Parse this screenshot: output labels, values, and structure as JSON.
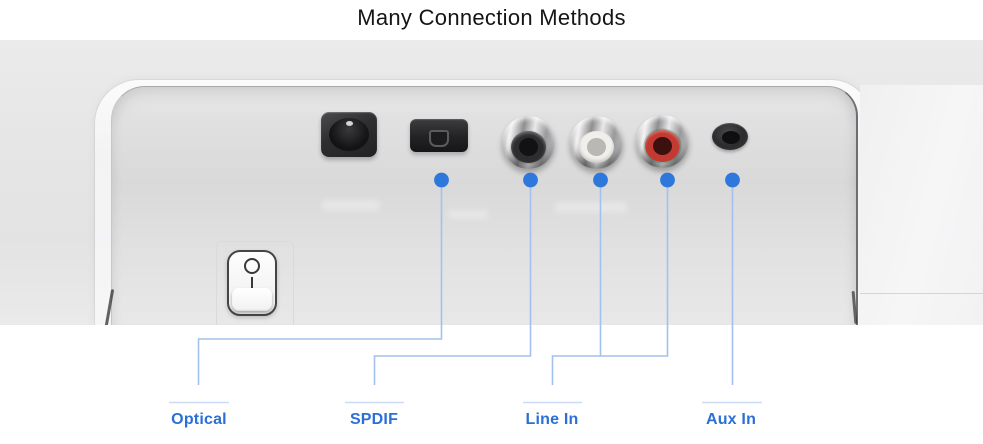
{
  "title": "Many Connection Methods",
  "colors": {
    "label_blue": "#2b6fd7",
    "line_blue": "#a3c1ec",
    "tick_blue": "#cddcf4",
    "dot_blue": "#2e78db",
    "rca_red": "#c33a33",
    "rca_white": "#f0efec",
    "rca_black": "#2d2d2f"
  },
  "ports": [
    {
      "id": "dc-power",
      "kind": "DC power barrel jack"
    },
    {
      "id": "optical",
      "kind": "Optical (Toslink) port"
    },
    {
      "id": "spdif-coax",
      "kind": "Coaxial RCA, black"
    },
    {
      "id": "line-in-left",
      "kind": "RCA, white"
    },
    {
      "id": "line-in-right",
      "kind": "RCA, red"
    },
    {
      "id": "aux",
      "kind": "3.5mm aux jack"
    }
  ],
  "power_switch": {
    "off_icon": "circle-symbol",
    "on_icon": "bar-symbol"
  },
  "callouts": [
    {
      "label": "Optical"
    },
    {
      "label": "SPDIF"
    },
    {
      "label": "Line In"
    },
    {
      "label": "Aux In"
    }
  ]
}
